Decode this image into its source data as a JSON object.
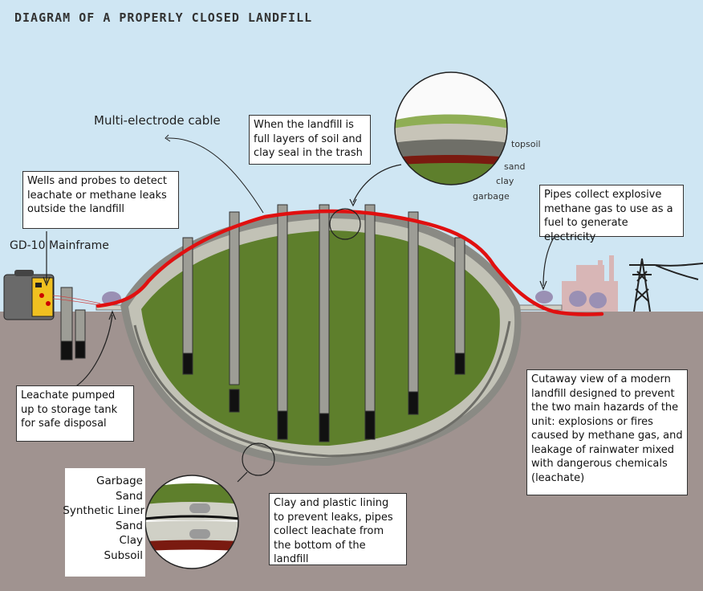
{
  "title": "DIAGRAM OF A PROPERLY CLOSED LANDFILL",
  "labels": {
    "cable": "Multi-electrode cable",
    "mainframe": "GD-10 Mainframe"
  },
  "callouts": {
    "full": "When the landfill is full layers of soil and clay seal in the trash",
    "wells": "Wells and probes to detect leachate or methane leaks outside the landfill",
    "pipes": "Pipes collect explosive methane gas to use as a fuel to generate electricity",
    "leachate": "Leachate pumped up to storage tank for safe disposal",
    "lining": "Clay and plastic lining to prevent leaks, pipes collect leachate from the bottom of the landfill",
    "cutaway": "Cutaway view of a modern landfill designed to prevent the two main hazards of the unit: explosions or fires caused by methane gas, and leakage of rainwater mixed with dangerous chemicals (leachate)"
  },
  "top_layers": [
    "topsoil",
    "sand",
    "clay",
    "garbage"
  ],
  "bottom_layers": [
    "Garbage",
    "Sand",
    "Synthetic Liner",
    "Sand",
    "Clay",
    "Subsoil"
  ],
  "colors": {
    "sky": "#cfe6f3",
    "ground": "#a09390",
    "garbage": "#5e7f2c",
    "liner": "#b7b7ad",
    "cable": "#e01010"
  }
}
